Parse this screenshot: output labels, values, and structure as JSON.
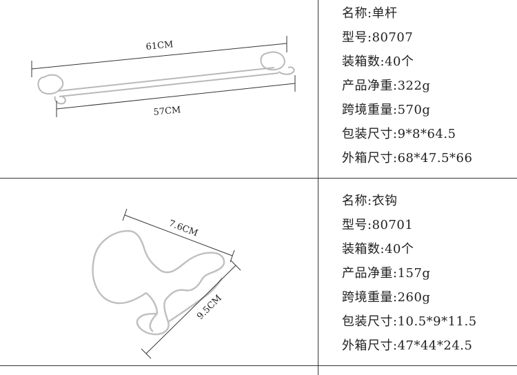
{
  "products": [
    {
      "dimension_labels": [
        "61CM",
        "57CM"
      ],
      "specs": [
        {
          "label": "名称:",
          "value": "单杆"
        },
        {
          "label": "型号:",
          "value": "80707"
        },
        {
          "label": "装箱数:",
          "value": "40个"
        },
        {
          "label": "产品净重:",
          "value": "322g"
        },
        {
          "label": "跨境重量:",
          "value": "570g"
        },
        {
          "label": "包装尺寸:",
          "value": "9*8*64.5"
        },
        {
          "label": "外箱尺寸:",
          "value": "68*47.5*66"
        }
      ]
    },
    {
      "dimension_labels": [
        "7.6CM",
        "9.5CM"
      ],
      "specs": [
        {
          "label": "名称:",
          "value": "衣钩"
        },
        {
          "label": "型号:",
          "value": "80701"
        },
        {
          "label": "装箱数:",
          "value": "40个"
        },
        {
          "label": "产品净重:",
          "value": "157g"
        },
        {
          "label": "跨境重量:",
          "value": "260g"
        },
        {
          "label": "包装尺寸:",
          "value": "10.5*9*11.5"
        },
        {
          "label": "外箱尺寸:",
          "value": "47*44*24.5"
        }
      ]
    }
  ]
}
